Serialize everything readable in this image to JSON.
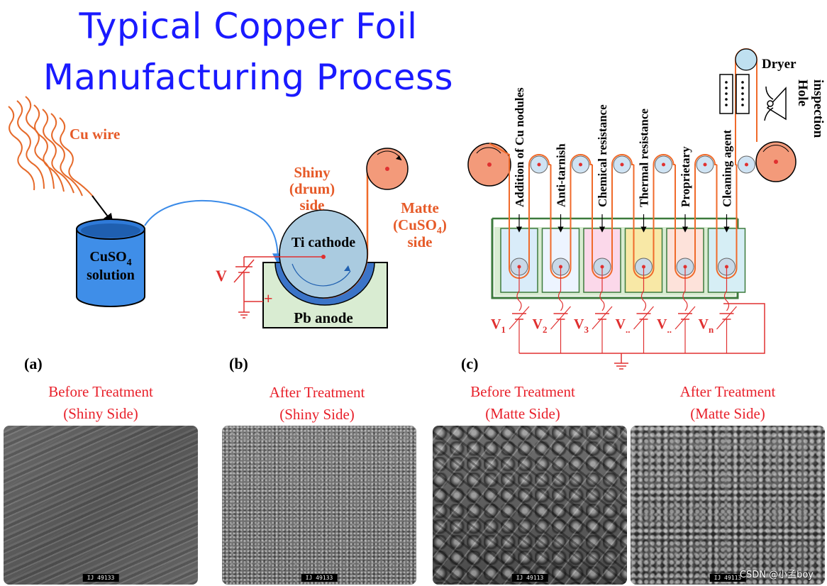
{
  "title": {
    "line1": "Typical Copper Foil",
    "line2": "Manufacturing Process"
  },
  "panel_a": {
    "label": "(a)",
    "cu_wire": "Cu wire",
    "solution_line1": "CuSO",
    "solution_sub": "4",
    "solution_line2": "solution"
  },
  "panel_b": {
    "label": "(b)",
    "shiny_side": [
      "Shiny",
      "(drum)",
      "side"
    ],
    "matte_side": [
      "Matte",
      "(CuSO",
      "4",
      ")",
      "side"
    ],
    "cathode": "Ti cathode",
    "anode": "Pb anode",
    "voltage": "V",
    "plus": "+"
  },
  "panel_c": {
    "label": "(c)",
    "stages": [
      "Addition of Cu nodules",
      "Anti-tarnish",
      "Chemical resistance",
      "Thermal resistance",
      "Proprietary",
      "Cleaning agent"
    ],
    "voltages": [
      {
        "main": "V",
        "sub": "1"
      },
      {
        "main": "V",
        "sub": "2"
      },
      {
        "main": "V",
        "sub": "3"
      },
      {
        "main": "V",
        "sub": ".."
      },
      {
        "main": "V",
        "sub": ".."
      },
      {
        "main": "V",
        "sub": "n"
      }
    ],
    "dryer": "Dryer",
    "hole_inspection": [
      "Hole",
      "inspection"
    ],
    "tank_colors": [
      "#d9ecf9",
      "#edf4ff",
      "#fbd8ea",
      "#f8e8a6",
      "#fde2da",
      "#d6eef5"
    ]
  },
  "micrographs": [
    {
      "caption_line1": "Before Treatment",
      "caption_line2": "(Shiny Side)",
      "scale": "IJ 49133"
    },
    {
      "caption_line1": "After Treatment",
      "caption_line2": "(Shiny Side)",
      "scale": "IJ 49133"
    },
    {
      "caption_line1": "Before Treatment",
      "caption_line2": "(Matte Side)",
      "scale": "IJ 49113"
    },
    {
      "caption_line1": "After Treatment",
      "caption_line2": "(Matte Side)",
      "scale": "IJ 49113"
    }
  ],
  "watermark": "CSDN @小孟boy",
  "colors": {
    "title": "#1a1aff",
    "foil": "#f06a2a",
    "roller": "#f39a7a",
    "caption": "#e8202a",
    "tube": "#3b8be8",
    "wiring": "#e0383a",
    "tank_wall": "#3c7a3c",
    "tank_fill": "#d9ecd2"
  }
}
